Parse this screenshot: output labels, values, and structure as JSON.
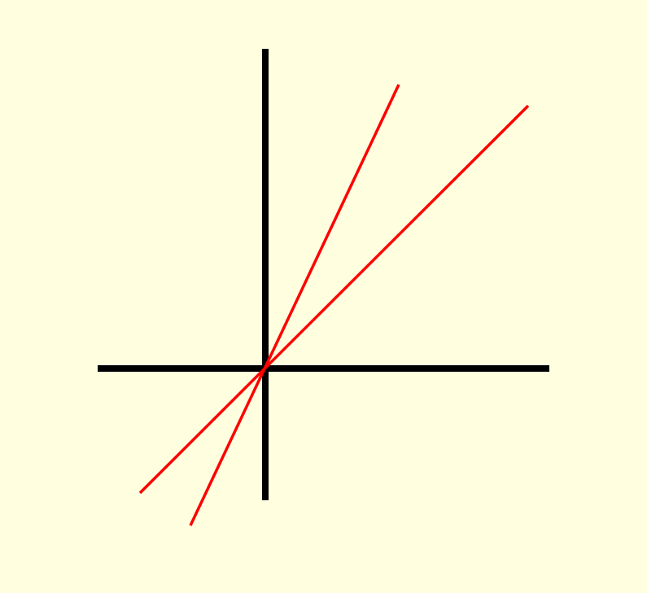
{
  "diagram": {
    "background_color": "#ffffe0",
    "axis_color": "#000000",
    "line_color": "#ff0000",
    "axes": [
      {
        "name": "x-axis"
      },
      {
        "name": "y-axis"
      }
    ],
    "lines": [
      {
        "name": "steep-line",
        "slope": 2.24
      },
      {
        "name": "shallow-line",
        "slope": 1.0
      }
    ]
  }
}
